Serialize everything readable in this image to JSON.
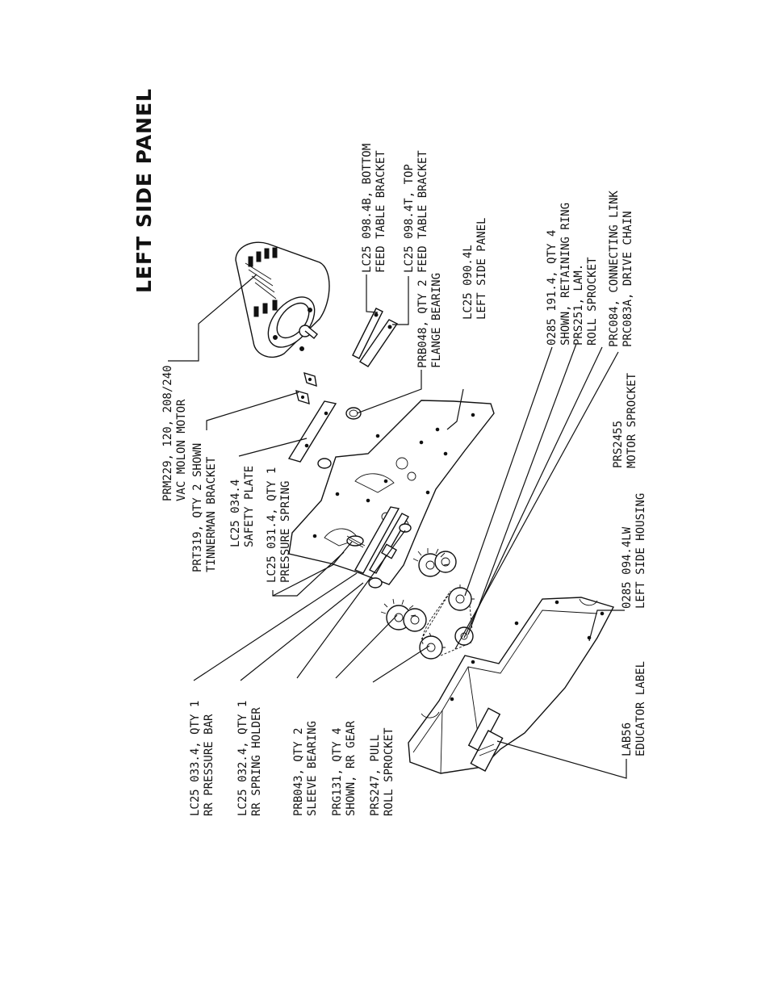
{
  "title": "LEFT SIDE PANEL",
  "callouts": [
    {
      "id": "prm229",
      "lines": [
        "PRM229, 120, 208/240",
        "VAC MOLON MOTOR"
      ]
    },
    {
      "id": "prt319",
      "lines": [
        "PRT319, QTY 2 SHOWN",
        "TINNERMAN BRACKET"
      ]
    },
    {
      "id": "lc25-034-4",
      "lines": [
        "LC25 034.4",
        "SAFETY PLATE"
      ]
    },
    {
      "id": "lc25-031-4",
      "lines": [
        "LC25 031.4, QTY 1",
        "PRESSURE SPRING"
      ]
    },
    {
      "id": "lc25-033-4",
      "lines": [
        "LC25 033.4, QTY 1",
        "RR PRESSURE BAR"
      ]
    },
    {
      "id": "lc25-032-4",
      "lines": [
        "LC25 032.4, QTY 1",
        "RR SPRING HOLDER"
      ]
    },
    {
      "id": "prb043",
      "lines": [
        "PRB043, QTY 2",
        "SLEEVE BEARING"
      ]
    },
    {
      "id": "prg131",
      "lines": [
        "PRG131, QTY 4",
        "SHOWN, RR GEAR"
      ]
    },
    {
      "id": "prs247",
      "lines": [
        "PRS247, PULL",
        "ROLL SPROCKET"
      ]
    },
    {
      "id": "lc25-098-4b",
      "lines": [
        "LC25 098.4B, BOTTOM",
        "FEED TABLE BRACKET"
      ]
    },
    {
      "id": "lc25-098-4t",
      "lines": [
        "LC25 098.4T, TOP",
        "FEED TABLE BRACKET"
      ]
    },
    {
      "id": "prb048",
      "lines": [
        "PRB048, QTY 2",
        "FLANGE BEARING"
      ]
    },
    {
      "id": "lc25-090-4l",
      "lines": [
        "LC25 090.4L",
        "LEFT SIDE PANEL"
      ]
    },
    {
      "id": "0285-191-4",
      "lines": [
        "0285 191.4, QTY 4",
        "SHOWN, RETAINING RING"
      ]
    },
    {
      "id": "prs251",
      "lines": [
        "PRS251, LAM.",
        "ROLL SPROCKET"
      ]
    },
    {
      "id": "prc084",
      "lines": [
        "PRC084, CONNECTING LINK",
        "PRC083A, DRIVE CHAIN"
      ]
    },
    {
      "id": "prs2455",
      "lines": [
        "PRS2455",
        "MOTOR SPROCKET"
      ]
    },
    {
      "id": "0285-094-4lw",
      "lines": [
        "0285 094.4LW",
        "LEFT SIDE HOUSING"
      ]
    },
    {
      "id": "lab56",
      "lines": [
        "LAB56",
        "EDUCATOR LABEL"
      ]
    }
  ]
}
